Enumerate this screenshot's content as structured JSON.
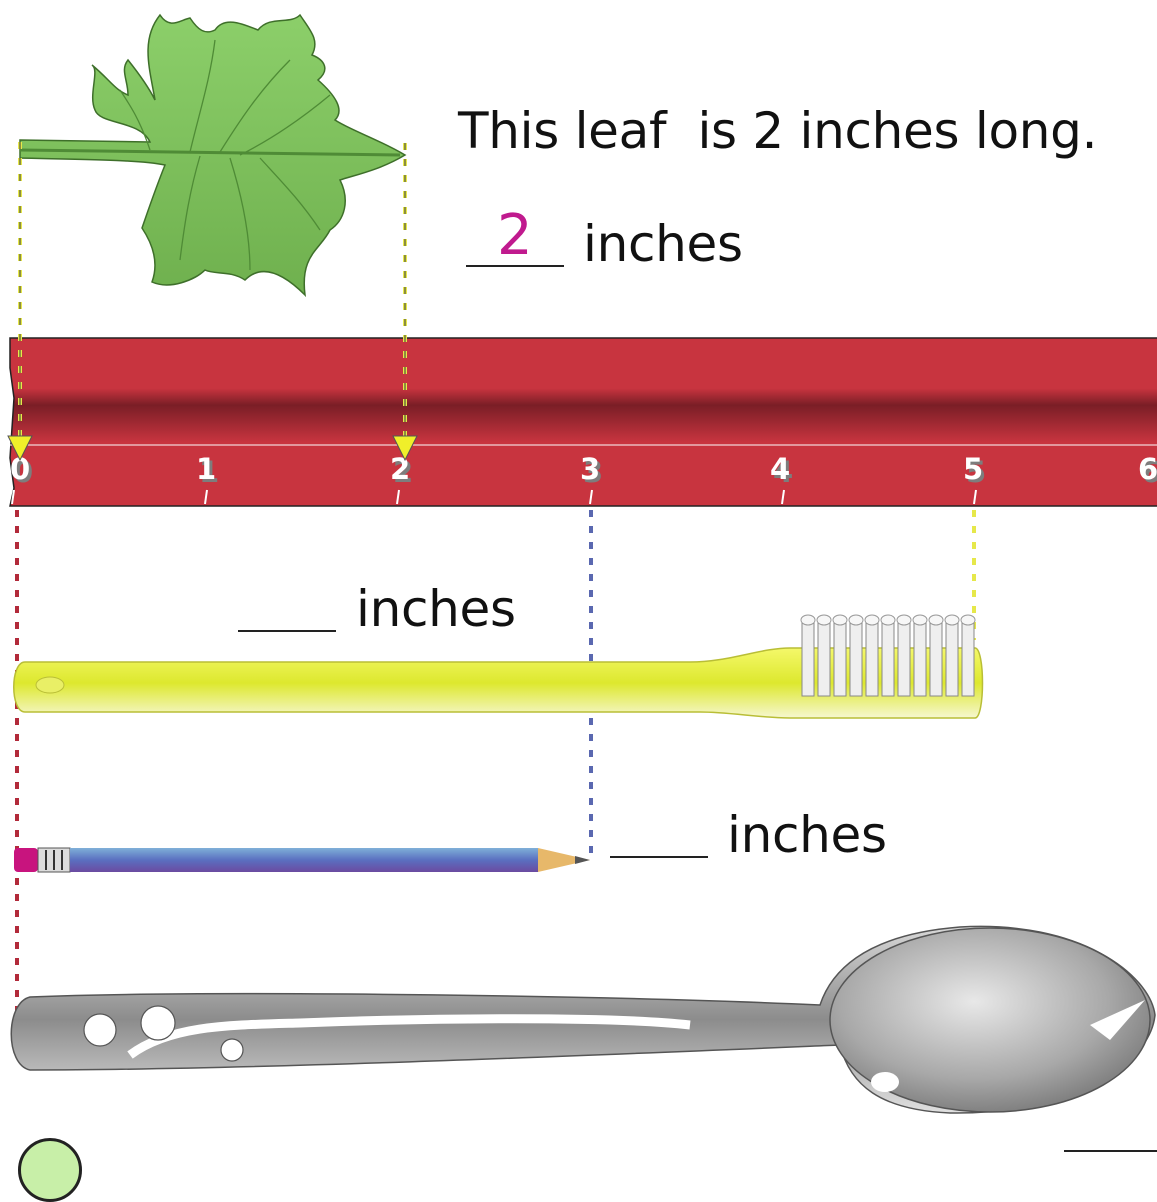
{
  "statement": "This leaf  is 2 inches long.",
  "leaf_question": {
    "answer": "2",
    "unit": "inches"
  },
  "toothbrush_question": {
    "answer": "",
    "unit": "inches"
  },
  "pencil_question": {
    "answer": "",
    "unit": "inches"
  },
  "ruler": {
    "ticks": [
      "0",
      "1",
      "2",
      "3",
      "4",
      "5",
      "6"
    ],
    "color": "#c8343f"
  },
  "colors": {
    "answer": "#c01a8e",
    "leaf": "#84c45e",
    "toothbrush": "#e6f13a",
    "pencil": "#5467b0"
  },
  "icons": [
    "leaf-image",
    "toothbrush-image",
    "pencil-image",
    "spoon-image",
    "next-circle"
  ]
}
